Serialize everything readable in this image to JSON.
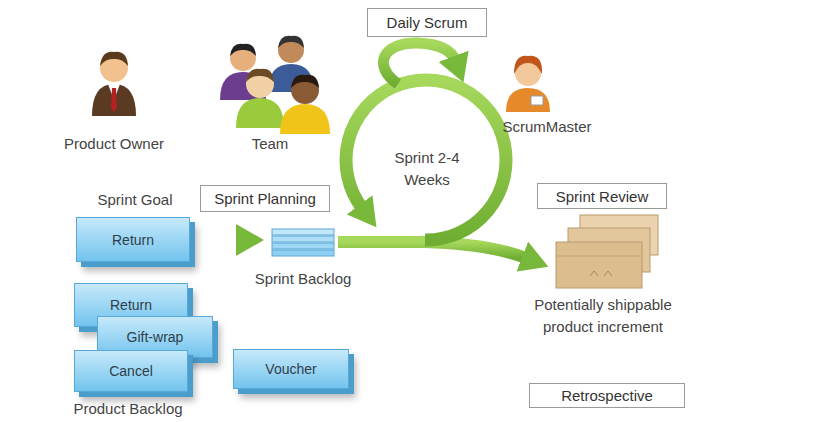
{
  "diagram": {
    "nodes": [
      {
        "text": [
          "Daily Scrum"
        ]
      },
      {
        "text": [
          "Sprint Planning"
        ]
      },
      {
        "text": [
          "Sprint Review"
        ]
      },
      {
        "text": [
          "Return"
        ]
      },
      {
        "text": [
          "Return"
        ]
      },
      {
        "text": [
          "Gift-wrap"
        ]
      },
      {
        "text": [
          "Cancel"
        ]
      },
      {
        "text": [
          "Voucher"
        ]
      },
      {
        "text": [
          "Retrospective"
        ]
      }
    ],
    "labels": [
      "Product Owner",
      "Team",
      "ScrumMaster",
      "Sprint 2-4 Weeks",
      "Sprint Goal",
      "Sprint Backlog",
      "Potentially shippable product increment",
      "Product Backlog"
    ]
  }
}
